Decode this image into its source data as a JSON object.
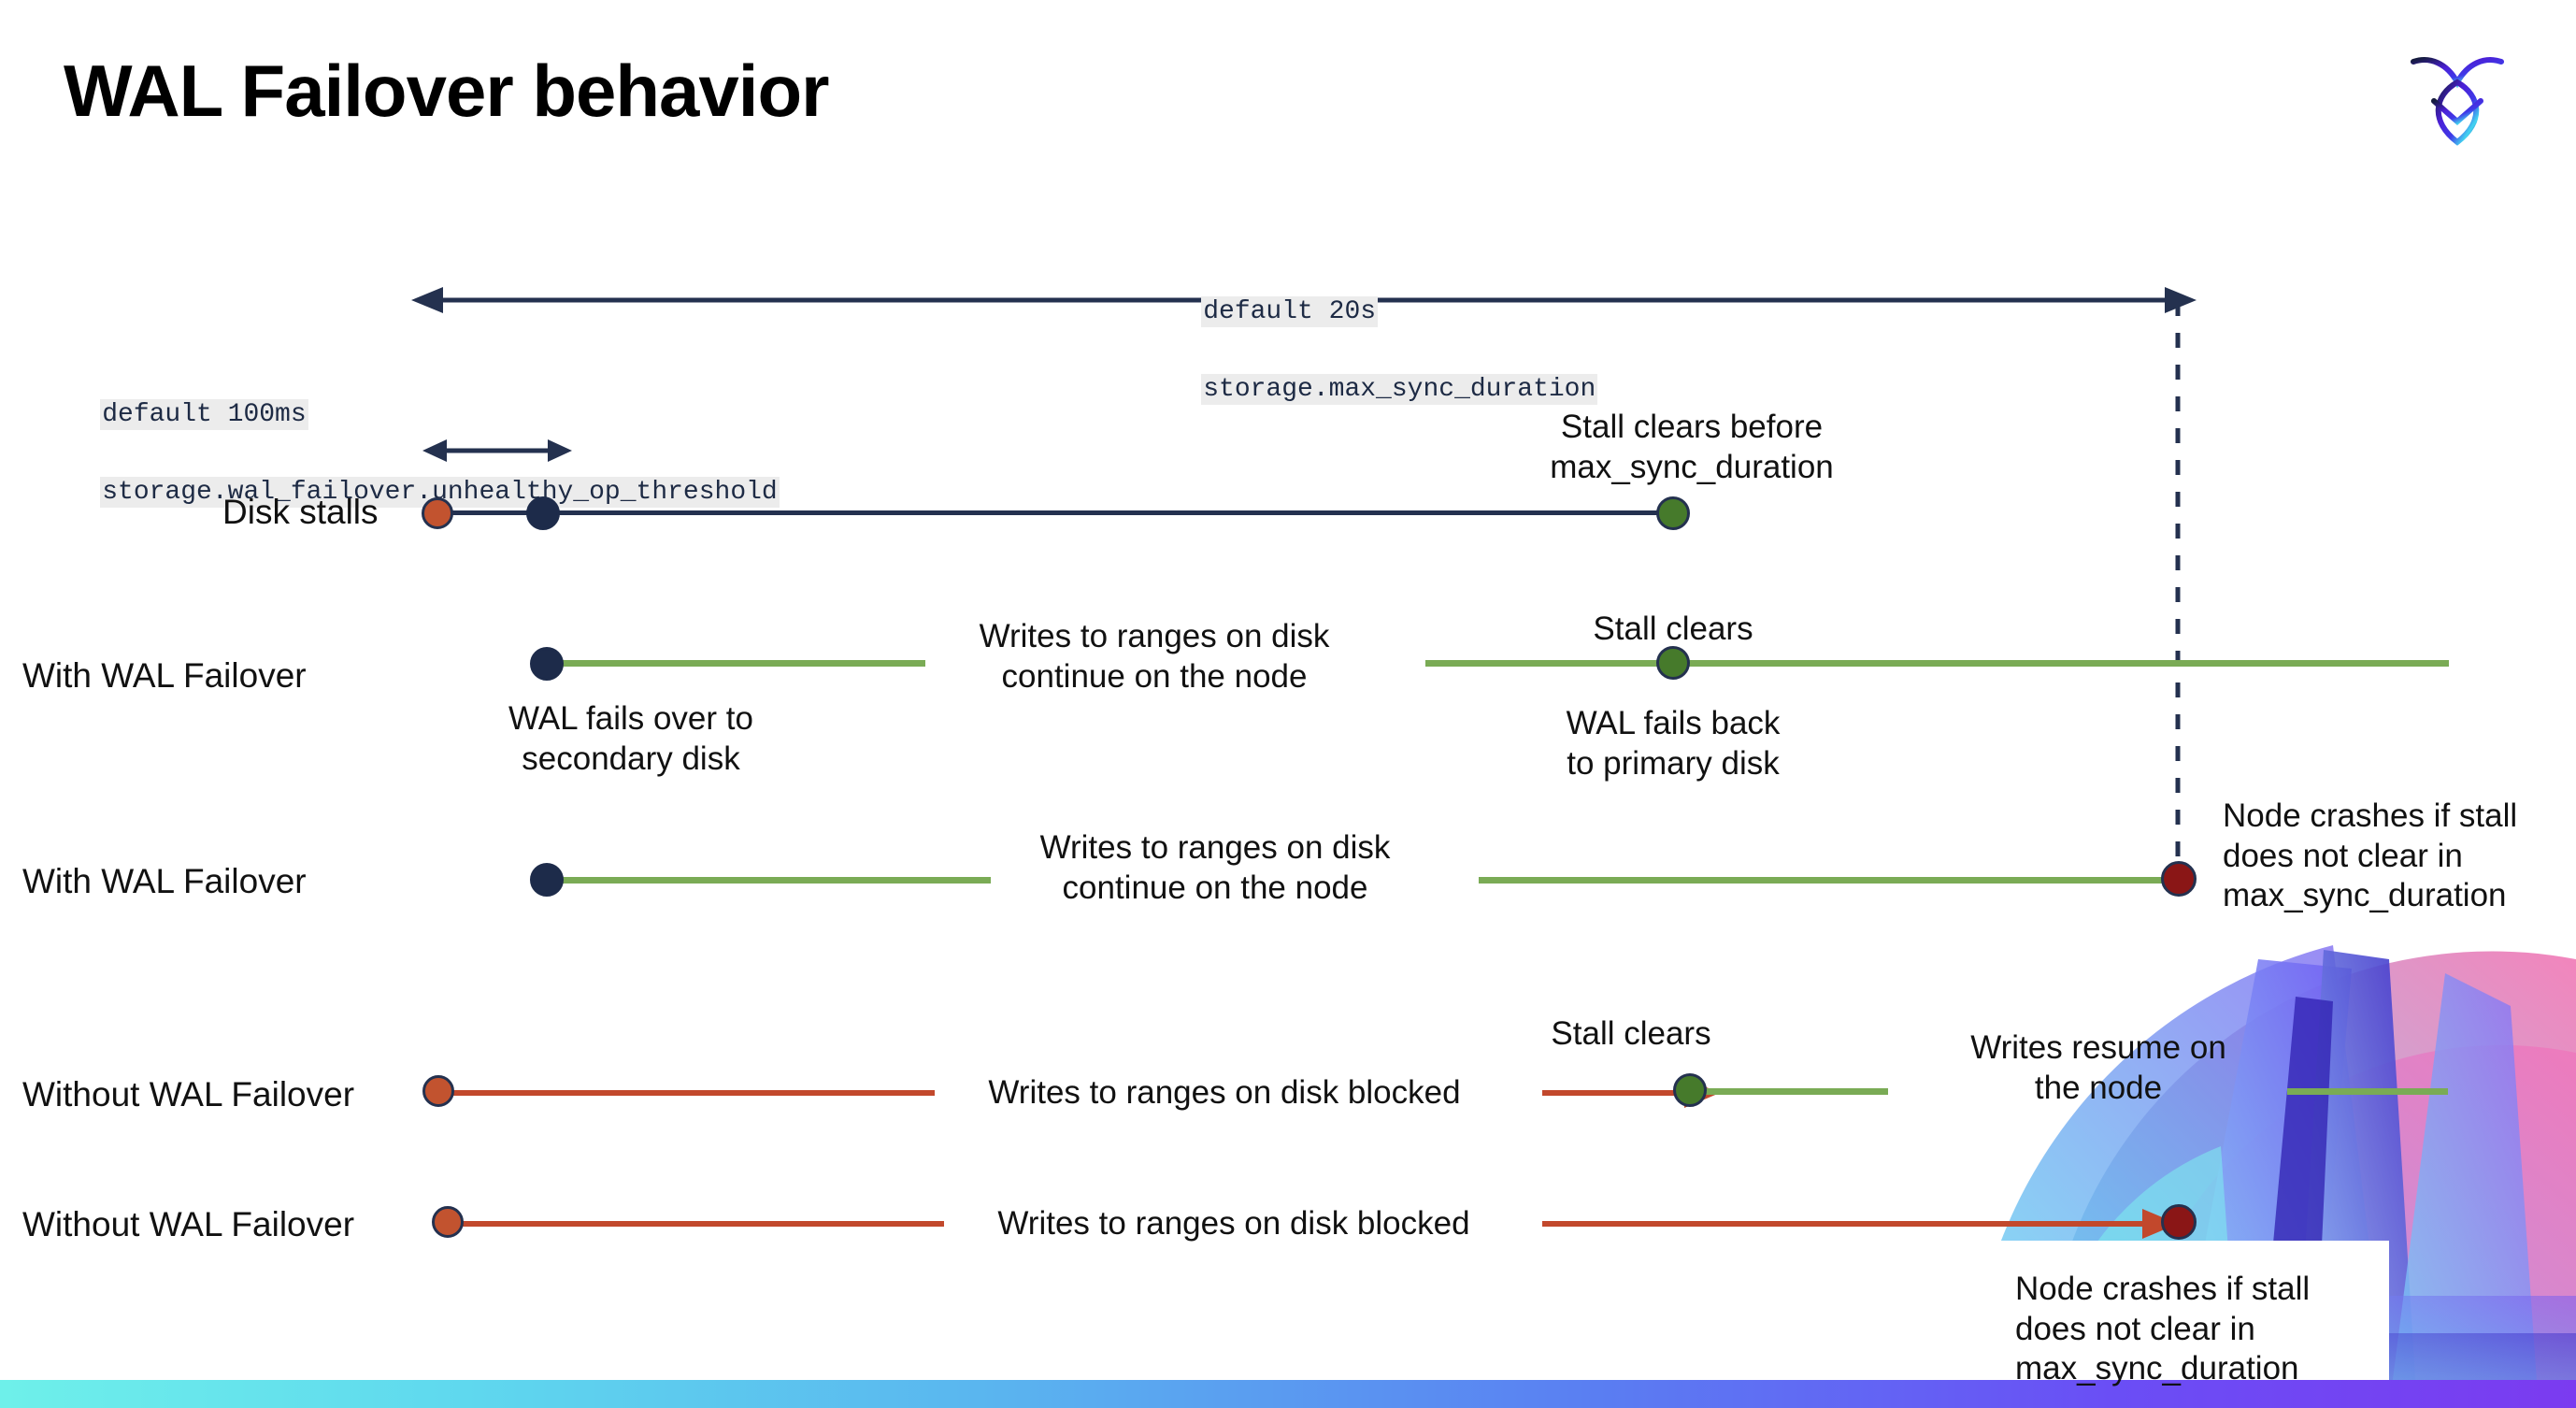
{
  "slide": {
    "title": "WAL Failover behavior",
    "logo_icon": "cockroach-labs-logo-icon"
  },
  "annotations": {
    "max_sync": {
      "line1": "default 20s",
      "line2": "storage.max_sync_duration"
    },
    "unhealthy_op": {
      "line1": "default 100ms",
      "line2": "storage.wal_failover.unhealthy_op_threshold"
    }
  },
  "rows": [
    {
      "id": "disk-stalls",
      "label": "Disk stalls",
      "notes": [
        "Stall clears before\nmax_sync_duration"
      ]
    },
    {
      "id": "with-wal-failover-1",
      "label": "With WAL Failover",
      "notes": [
        "Writes to ranges on disk\ncontinue on the node",
        "Stall clears",
        "WAL fails over to\nsecondary disk",
        "WAL fails  back\nto primary disk"
      ]
    },
    {
      "id": "with-wal-failover-2",
      "label": "With WAL Failover",
      "notes": [
        "Writes to ranges on disk\ncontinue on the node",
        "Node crashes if stall\ndoes not clear in\nmax_sync_duration"
      ]
    },
    {
      "id": "without-wal-failover-1",
      "label": "Without WAL Failover",
      "notes": [
        "Writes to ranges on disk  blocked",
        "Stall clears",
        "Writes resume on\nthe node"
      ]
    },
    {
      "id": "without-wal-failover-2",
      "label": "Without WAL Failover",
      "notes": [
        "Writes to ranges on disk  blocked",
        "Node crashes if stall\ndoes not clear in\nmax_sync_duration"
      ]
    }
  ],
  "colors": {
    "navy": "#24314f",
    "green_line": "#7aab55",
    "green_dot": "#467a2b",
    "red_line": "#c2482c",
    "orange_dot": "#c2532f",
    "dark_red_dot": "#8a1616",
    "code_bg": "#ececec",
    "bottom_bar_start": "#6ef0ea",
    "bottom_bar_end": "#7b3bf0"
  }
}
